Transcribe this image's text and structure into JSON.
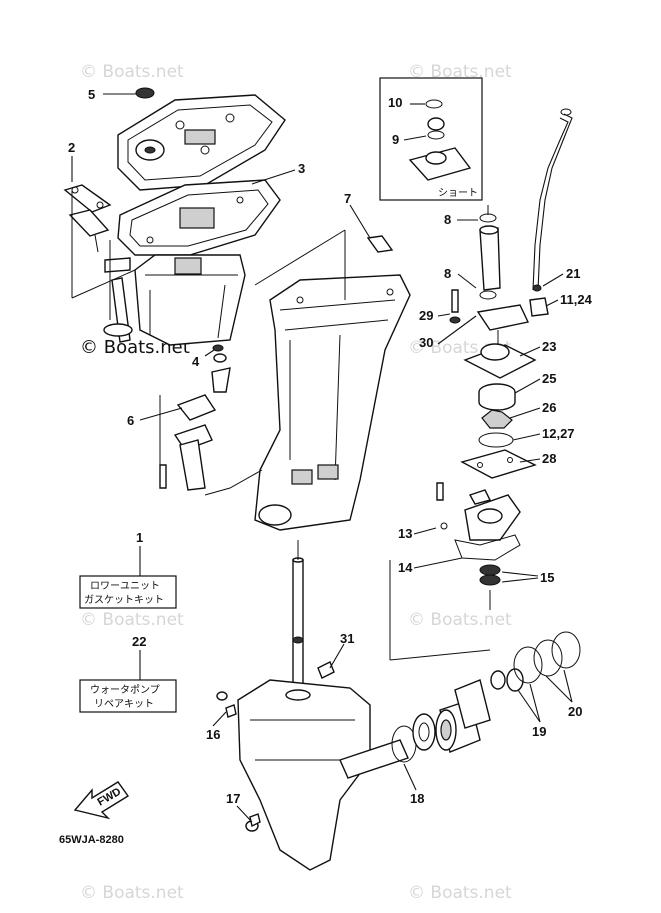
{
  "watermark": "© Boats.net",
  "diagram_code": "65WJA-8280",
  "fwd_label": "FWD",
  "short_label": "ショート",
  "kits": [
    {
      "ref": "1",
      "line1": "ロワーユニット",
      "line2": "ガスケットキット"
    },
    {
      "ref": "22",
      "line1": "ウォータポンプ",
      "line2": "リペアキット"
    }
  ],
  "callouts": [
    "5",
    "2",
    "3",
    "4",
    "6",
    "7",
    "10",
    "9",
    "8",
    "8",
    "29",
    "30",
    "21",
    "11,24",
    "23",
    "25",
    "26",
    "12,27",
    "28",
    "13",
    "14",
    "15",
    "31",
    "16",
    "17",
    "18",
    "19",
    "20"
  ]
}
